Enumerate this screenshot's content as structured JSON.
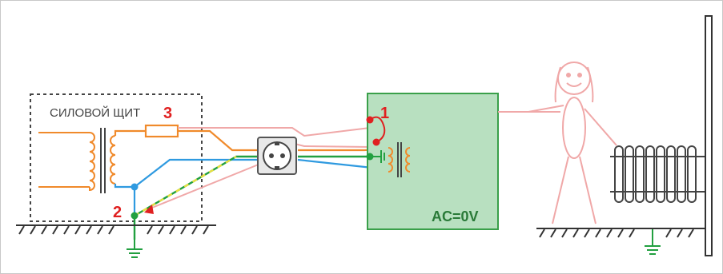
{
  "labels": {
    "panel": "СИЛОВОЙ ЩИТ",
    "marker_1": "1",
    "marker_2": "2",
    "marker_3": "3",
    "device_voltage": "AC=0V"
  },
  "colors": {
    "phase": "#f08a2b",
    "neutral": "#2f9ae0",
    "ground": "#22a040",
    "ground_alt": "#e8e040",
    "current_path": "#f0a8a8",
    "marker": "#e02020",
    "device_fill": "#b8e0c0",
    "device_border": "#3aa04a",
    "panel_border": "#555555"
  }
}
